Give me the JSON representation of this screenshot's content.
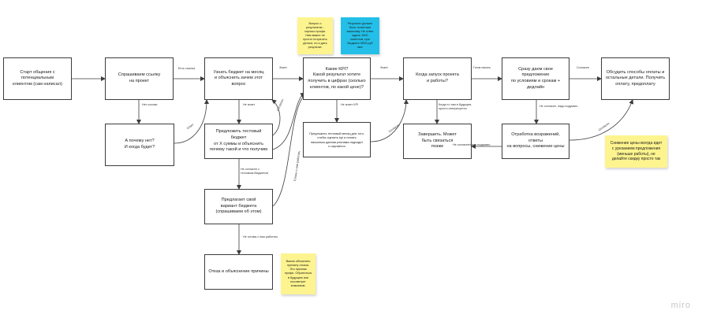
{
  "nodes": {
    "start": "Старт общения с\nпотенциальным\nклиентом (сам написал)",
    "ask_link": "Спрашиваем ссылку\nна проект",
    "why_not": "А почему нет?\nИ когда будет?",
    "budget": "Узнать бюджет на месяц\nи объяснить зачем этот вопрос",
    "test_budget": "Предложить тестовый бюджет\nот Х суммы и объяснить\nпочему такой и что получим",
    "suggest_budget": "Предлагает свой\nвариант бюджета\n(спрашиваем об этом)",
    "refusal": "Отказ и объяснение причины",
    "kpi": "Какие KPI?\nКакой результат хотите\nполучить в цифрах (сколько\nклиентов, по какой цене)?",
    "test_month": "Предложить тестовый месяц для того,\nчтобы оценить kpi и понять\nнасколько данная реклама подходит\nи окупается",
    "launch": "Когда запуск проекта\nи работы?",
    "finish": "Завершить. Может\nбыть связаться\nпозже",
    "offer": "Сразу даем свое предложение\nпо условиям и срокам +\nдедлайн",
    "objections": "Отработка возражений, ответы\nна вопросы, снижение цены",
    "payment": "Обсудить способы оплаты и\nостальные детали. Получить\nоплату, предоплату"
  },
  "edge_labels": {
    "has_link": "Есть ссылка",
    "no_link": "Нет ссылки",
    "answer_link": "Ответ",
    "knows": "Знает",
    "doesnt_know": "Не знает",
    "agrees_test": "Согласен",
    "not_agree_test": "Не согласен с\nтестовым бюджетом",
    "ready_for_work": "Готовы с ним работать",
    "not_ready": "Не готовы с ним работать",
    "knows_kpi": "Знает",
    "doesnt_know_kpi": "Не знает KPI",
    "agrees_month": "Согласен",
    "ready_start": "Готов начать",
    "not_now": "Когда-то там в будущем,\nпросто интересуется",
    "agrees_offer": "Согласен",
    "disagree_offer": "Не согласен, надо подумать",
    "disagree_think": "Не согласен/надо подумать",
    "agrees_obj": "Согласен"
  },
  "stickies": {
    "result_note": "Вопрос о\nрезультатах -\nхорошо профи.\nНам важно не\nпросто потратить\nденьги, но и дать\nрезультат.",
    "cyan_note": "Результат должен\nбыть понятным\nзаказчику. Не ответ\nждать 1000\nклиентов, при\nбюджете 5000 руб\nмес",
    "refusal_note": "Важно объяснить\nпричину отказа.\nЭто признак\nпрофи. Обратиться\nв будущем или\nпосоветует\nзнакомым.",
    "discount_note": "Снижение цены всегда идет\nс урезанием предложения\n(меньше работы), не\nделайте скидку просто так"
  },
  "brand": "miro",
  "colors": {
    "sticky_yellow": "#fdf48f",
    "sticky_cyan": "#23bfe8",
    "line": "#3c3c3c"
  }
}
